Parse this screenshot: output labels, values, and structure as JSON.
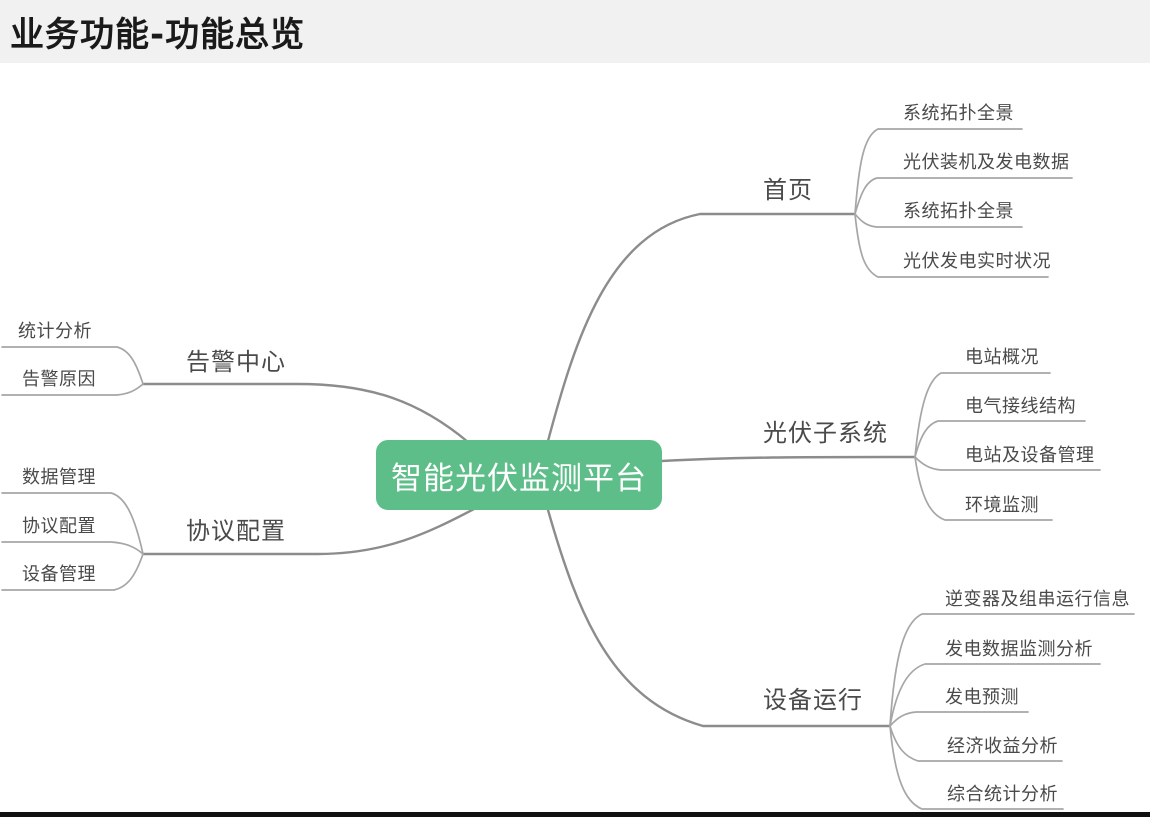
{
  "header": {
    "title": "业务功能-功能总览"
  },
  "mindmap": {
    "root": {
      "label": "智能光伏监测平台"
    },
    "branches": [
      {
        "label": "首页",
        "children": [
          "系统拓扑全景",
          "光伏装机及发电数据",
          "系统拓扑全景",
          "光伏发电实时状况"
        ]
      },
      {
        "label": "光伏子系统",
        "children": [
          "电站概况",
          "电气接线结构",
          "电站及设备管理",
          "环境监测"
        ]
      },
      {
        "label": "设备运行",
        "children": [
          "逆变器及组串运行信息",
          "发电数据监测分析",
          "发电预测",
          "经济收益分析",
          "综合统计分析"
        ]
      },
      {
        "label": "告警中心",
        "children": [
          "统计分析",
          "告警原因"
        ]
      },
      {
        "label": "协议配置",
        "children": [
          "数据管理",
          "协议配置",
          "设备管理"
        ]
      }
    ]
  },
  "colors": {
    "root_fill": "#5ebe89",
    "root_text": "#ffffff",
    "branch_line": "#8c8c8c",
    "child_line": "#a6a6a6",
    "label_text": "#4a4a4a",
    "header_bg": "#f1f1f1",
    "footer_bar": "#111111"
  }
}
